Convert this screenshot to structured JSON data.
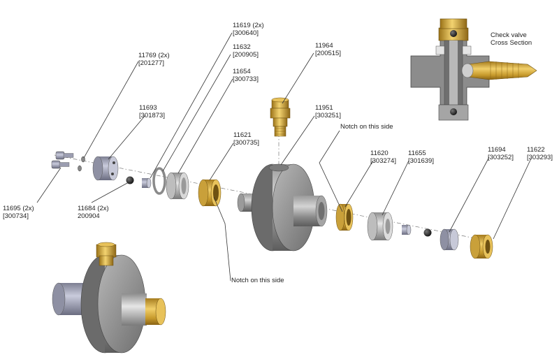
{
  "cross_section": {
    "title_line1": "Check valve",
    "title_line2": "Cross Section"
  },
  "notes": {
    "notch_right": "Notch on this side",
    "notch_left": "Notch on this side"
  },
  "parts": [
    {
      "id": "p11619",
      "part": "11619 (2x)",
      "code": "[300640]"
    },
    {
      "id": "p11632",
      "part": "11632",
      "code": "[200905]"
    },
    {
      "id": "p11654",
      "part": "11654",
      "code": "[300733]"
    },
    {
      "id": "p11769",
      "part": "11769 (2x)",
      "code": "[201277]"
    },
    {
      "id": "p11693",
      "part": "11693",
      "code": "[301873]"
    },
    {
      "id": "p11964",
      "part": "11964",
      "code": "[200515]"
    },
    {
      "id": "p11951",
      "part": "11951",
      "code": "[303251]"
    },
    {
      "id": "p11621",
      "part": "11621",
      "code": "[300735]"
    },
    {
      "id": "p11620",
      "part": "11620",
      "code": "[303274]"
    },
    {
      "id": "p11655",
      "part": "11655",
      "code": "[301639]"
    },
    {
      "id": "p11694",
      "part": "11694",
      "code": "[303252]"
    },
    {
      "id": "p11622",
      "part": "11622",
      "code": "[303293]"
    },
    {
      "id": "p11695",
      "part": "11695 (2x)",
      "code": "[300734]"
    },
    {
      "id": "p11684",
      "part": "11684 (2x)",
      "code": "200904"
    }
  ]
}
